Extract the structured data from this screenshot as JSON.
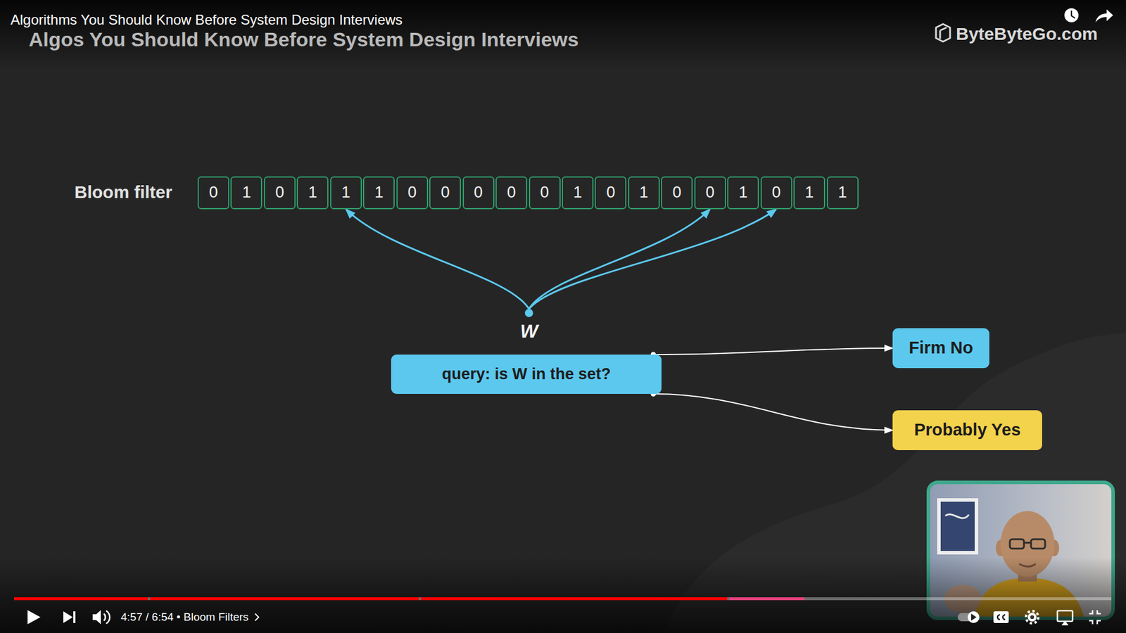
{
  "diagram": {
    "title": "Algos You Should Know Before System Design Interviews",
    "nodes": [
      {
        "text": [
          "0"
        ]
      },
      {
        "text": [
          "1"
        ]
      },
      {
        "text": [
          "0"
        ]
      },
      {
        "text": [
          "1"
        ]
      },
      {
        "text": [
          "1"
        ]
      },
      {
        "text": [
          "1"
        ]
      },
      {
        "text": [
          "0"
        ]
      },
      {
        "text": [
          "0"
        ]
      },
      {
        "text": [
          "0"
        ]
      },
      {
        "text": [
          "0"
        ]
      },
      {
        "text": [
          "0"
        ]
      },
      {
        "text": [
          "1"
        ]
      },
      {
        "text": [
          "0"
        ]
      },
      {
        "text": [
          "1"
        ]
      },
      {
        "text": [
          "0"
        ]
      },
      {
        "text": [
          "0"
        ]
      },
      {
        "text": [
          "1"
        ]
      },
      {
        "text": [
          "0"
        ]
      },
      {
        "text": [
          "1"
        ]
      },
      {
        "text": [
          "1"
        ]
      },
      {
        "text": [
          "W"
        ]
      },
      {
        "text": [
          "query: is W in the set?"
        ]
      },
      {
        "text": [
          "Firm No"
        ]
      },
      {
        "text": [
          "Probably Yes"
        ]
      }
    ],
    "edges": [
      {
        "from": 20,
        "to": 4,
        "arrow": "to"
      },
      {
        "from": 20,
        "to": 15,
        "arrow": "to"
      },
      {
        "from": 20,
        "to": 17,
        "arrow": "to"
      },
      {
        "from": 21,
        "to": 22,
        "arrow": "to"
      },
      {
        "from": 21,
        "to": 23,
        "arrow": "to"
      }
    ],
    "labels": [
      "Algorithms You Should Know Before System Design Interviews",
      "ByteByteGo.com",
      "Bloom filter",
      "4:57 / 6:54 • Bloom Filters"
    ]
  }
}
